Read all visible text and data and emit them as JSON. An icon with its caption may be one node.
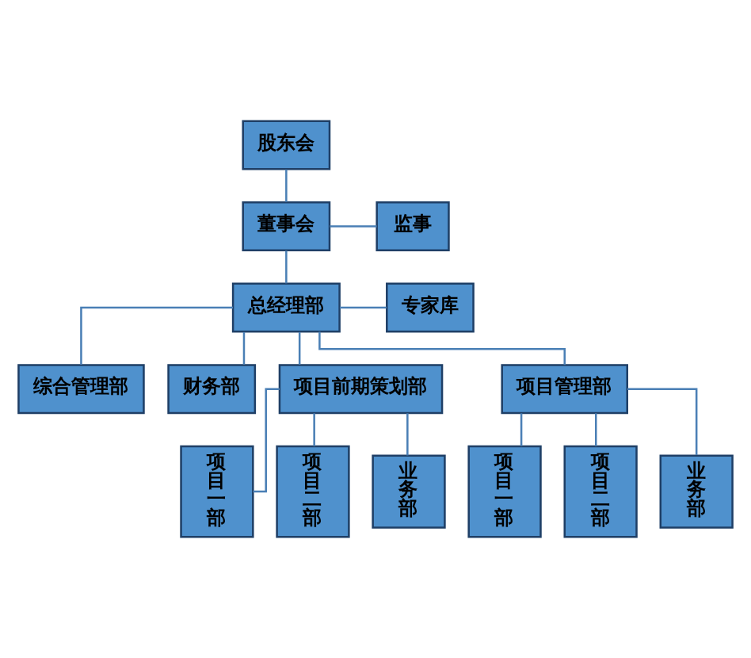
{
  "diagram": {
    "nodes": [
      {
        "text": [
          "股东会"
        ]
      },
      {
        "text": [
          "董事会"
        ]
      },
      {
        "text": [
          "监事"
        ]
      },
      {
        "text": [
          "总经理部"
        ]
      },
      {
        "text": [
          "专家库"
        ]
      },
      {
        "text": [
          "综合管理部"
        ]
      },
      {
        "text": [
          "财务部"
        ]
      },
      {
        "text": [
          "项目前期策划部"
        ]
      },
      {
        "text": [
          "项目管理部"
        ]
      },
      {
        "text": [
          "项目一部"
        ]
      },
      {
        "text": [
          "项目二部"
        ]
      },
      {
        "text": [
          "业务部"
        ]
      },
      {
        "text": [
          "项目一部"
        ]
      },
      {
        "text": [
          "项目二部"
        ]
      },
      {
        "text": [
          "业务部"
        ]
      }
    ],
    "edges": [
      {
        "from": 0,
        "to": 1,
        "arrow": "none"
      },
      {
        "from": 1,
        "to": 3,
        "arrow": "none"
      },
      {
        "from": 1,
        "to": 2,
        "arrow": "none"
      },
      {
        "from": 3,
        "to": 4,
        "arrow": "none"
      },
      {
        "from": 3,
        "to": 5,
        "arrow": "none"
      },
      {
        "from": 3,
        "to": 6,
        "arrow": "none"
      },
      {
        "from": 3,
        "to": 7,
        "arrow": "none"
      },
      {
        "from": 3,
        "to": 8,
        "arrow": "none"
      },
      {
        "from": 7,
        "to": 9,
        "arrow": "none"
      },
      {
        "from": 7,
        "to": 10,
        "arrow": "none"
      },
      {
        "from": 7,
        "to": 11,
        "arrow": "none"
      },
      {
        "from": 8,
        "to": 12,
        "arrow": "none"
      },
      {
        "from": 8,
        "to": 13,
        "arrow": "none"
      },
      {
        "from": 8,
        "to": 14,
        "arrow": "none"
      }
    ]
  }
}
